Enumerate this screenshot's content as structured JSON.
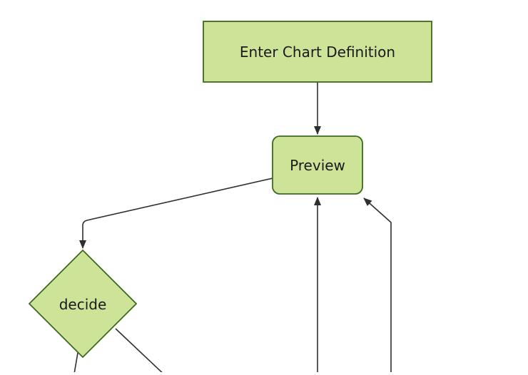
{
  "diagram": {
    "type": "flowchart",
    "direction": "top-down",
    "theme": "forest",
    "colors": {
      "background": "#ffffff",
      "node_fill": "#cde498",
      "node_border": "#3d6a1f",
      "edge_color": "#2f2f2f",
      "text_color": "#1a1a1a"
    },
    "nodes": [
      {
        "id": "enter-chart-definition",
        "label": "Enter Chart Definition",
        "shape": "rectangle"
      },
      {
        "id": "preview",
        "label": "Preview",
        "shape": "rounded-rectangle"
      },
      {
        "id": "decide",
        "label": "decide",
        "shape": "diamond"
      }
    ],
    "edges": [
      {
        "from": "enter-chart-definition",
        "to": "preview",
        "arrowhead": "into-preview-top"
      },
      {
        "from": "preview",
        "to": "decide",
        "arrowhead": "into-decide-top"
      },
      {
        "from": "decide",
        "to": "offscreen-bottom-left",
        "arrowhead": "offscreen"
      },
      {
        "from": "decide",
        "to": "offscreen-bottom-right",
        "arrowhead": "offscreen"
      },
      {
        "from": "offscreen-bottom-center",
        "to": "preview",
        "arrowhead": "into-preview-bottom"
      },
      {
        "from": "offscreen-bottom-right",
        "to": "preview",
        "arrowhead": "into-preview-bottom-right-corner"
      }
    ]
  }
}
